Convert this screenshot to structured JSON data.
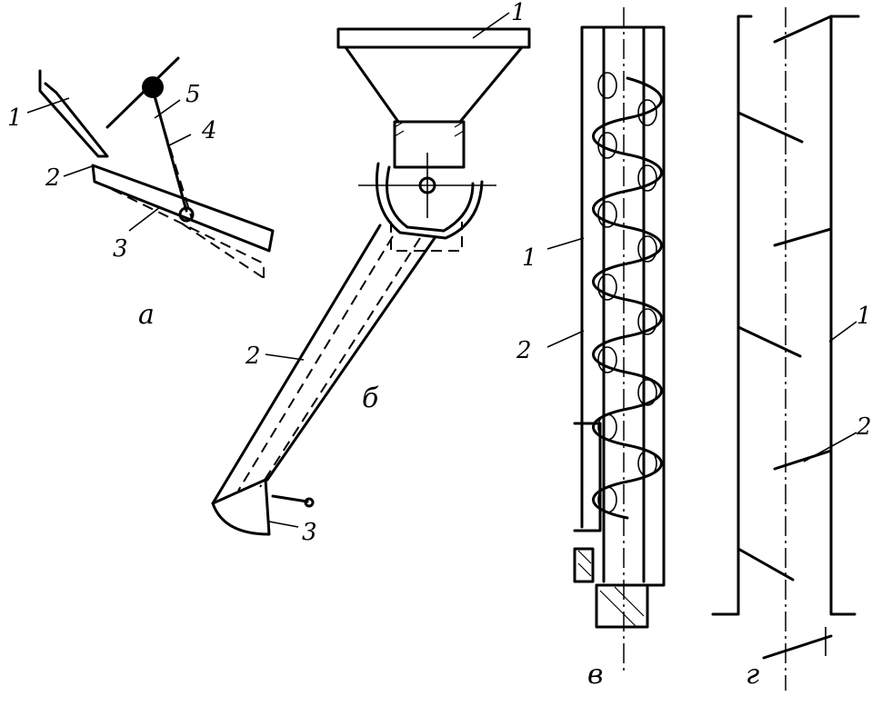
{
  "panels": {
    "a": {
      "caption": "а",
      "labels": [
        "1",
        "2",
        "3",
        "4",
        "5"
      ]
    },
    "b": {
      "caption": "б",
      "labels": [
        "1",
        "2",
        "3"
      ]
    },
    "v": {
      "caption": "в",
      "labels": [
        "1",
        "2"
      ]
    },
    "g": {
      "caption": "г",
      "labels": [
        "1",
        "2"
      ]
    }
  }
}
